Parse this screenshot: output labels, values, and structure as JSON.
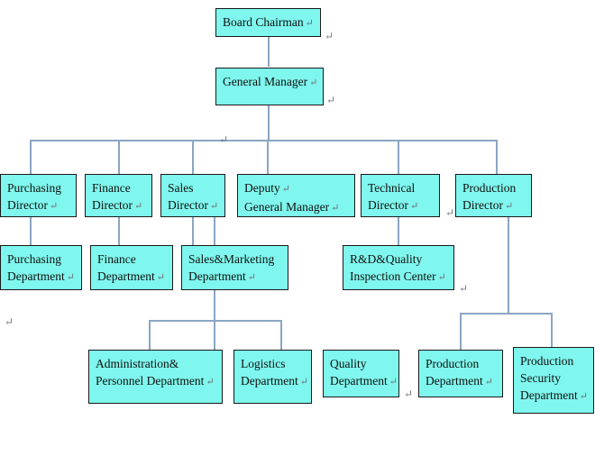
{
  "chart": {
    "title": "Company Organization Chart",
    "type": "org-chart",
    "colors": {
      "node_fill": "#7ff7ee",
      "node_border": "#1a1a1a",
      "connector": "#8aa6c2",
      "text": "#101010",
      "pilcrow": "#6e6e7a",
      "background": "#ffffff"
    },
    "paragraph_mark": "↵"
  },
  "nodes": {
    "board_chairman": {
      "lines": [
        "Board Chairman"
      ],
      "mark": "↵"
    },
    "general_manager": {
      "lines": [
        "General Manager"
      ],
      "mark": "↵"
    },
    "purchasing_director": {
      "lines": [
        "Purchasing",
        "Director"
      ],
      "mark": "↵"
    },
    "finance_director": {
      "lines": [
        "Finance",
        "Director"
      ],
      "mark": "↵"
    },
    "sales_director": {
      "lines": [
        "Sales",
        "Director"
      ],
      "mark": "↵"
    },
    "deputy_general_manager": {
      "lines": [
        "Deputy",
        "General Manager"
      ],
      "mark": "↵"
    },
    "technical_director": {
      "lines": [
        "Technical",
        "Director"
      ],
      "mark": "↵"
    },
    "production_director": {
      "lines": [
        "Production",
        "Director"
      ],
      "mark": "↵"
    },
    "purchasing_department": {
      "lines": [
        "Purchasing",
        "Department"
      ],
      "mark": "↵"
    },
    "finance_department": {
      "lines": [
        "Finance",
        "Department"
      ],
      "mark": "↵"
    },
    "sales_marketing_department": {
      "lines": [
        "Sales&Marketing",
        "Department"
      ],
      "mark": "↵"
    },
    "rd_quality_inspection_center": {
      "lines": [
        "R&D&Quality",
        "Inspection Center"
      ],
      "mark": "↵"
    },
    "administration_personnel_department": {
      "lines": [
        "Administration&",
        "Personnel Department"
      ],
      "mark": "↵"
    },
    "logistics_department": {
      "lines": [
        "Logistics",
        "Department"
      ],
      "mark": "↵"
    },
    "quality_department": {
      "lines": [
        "Quality",
        "Department"
      ],
      "mark": "↵"
    },
    "production_department": {
      "lines": [
        "Production",
        "Department"
      ],
      "mark": "↵"
    },
    "production_security_department": {
      "lines": [
        "Production",
        "Security",
        "Department"
      ],
      "mark": "↵"
    }
  },
  "stray_marks": [
    {
      "id": "mark-right-of-chairman",
      "glyph": "↵"
    },
    {
      "id": "mark-right-of-general-manager",
      "glyph": "↵"
    },
    {
      "id": "mark-on-top-bus",
      "glyph": "↵"
    },
    {
      "id": "mark-left-of-production-director",
      "glyph": "↵"
    },
    {
      "id": "mark-right-of-rd-center",
      "glyph": "↵"
    },
    {
      "id": "mark-far-left-lower",
      "glyph": "↵"
    },
    {
      "id": "mark-right-of-quality-department",
      "glyph": "↵"
    }
  ]
}
